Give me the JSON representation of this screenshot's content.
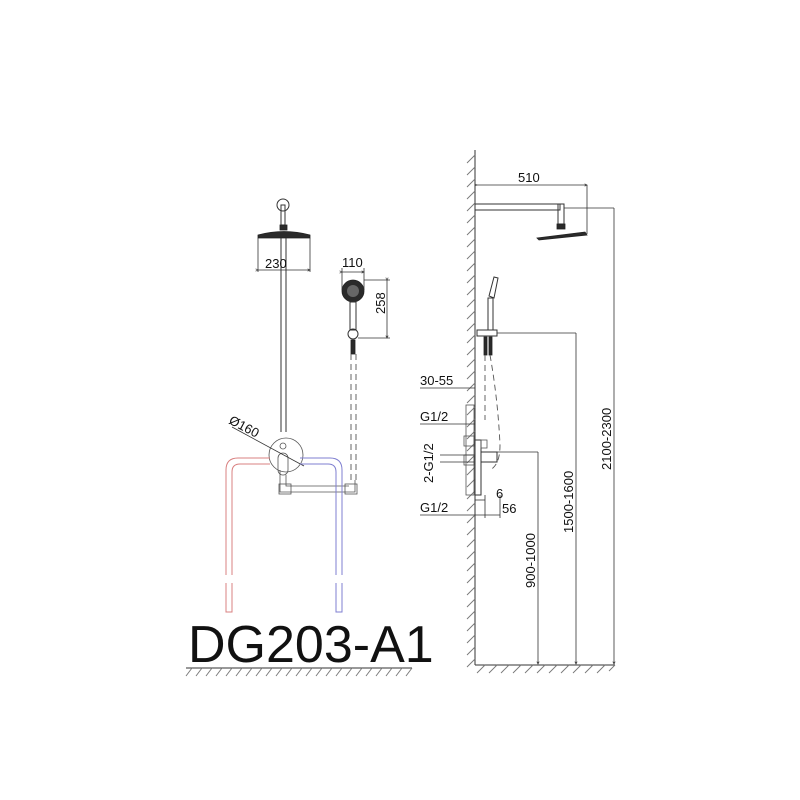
{
  "model_name": "DG203-A1",
  "front_view": {
    "rain_head_width": "230",
    "hand_shower_width": "110",
    "hand_shower_height": "258",
    "mixer_plate_diameter": "Ø160",
    "colors": {
      "hot_pipe": "#d98080",
      "cold_pipe": "#7f7fd0"
    }
  },
  "side_view": {
    "arm_length": "510",
    "wall_depth": "30-55",
    "inlet_top": "G1/2",
    "inlet_middle": "2-G1/2",
    "inlet_bottom": "G1/2",
    "plate_offset": "6",
    "mixer_projection": "56",
    "mixer_height": "900-1000",
    "holder_height": "1500-1600",
    "head_height": "2100-2300"
  }
}
